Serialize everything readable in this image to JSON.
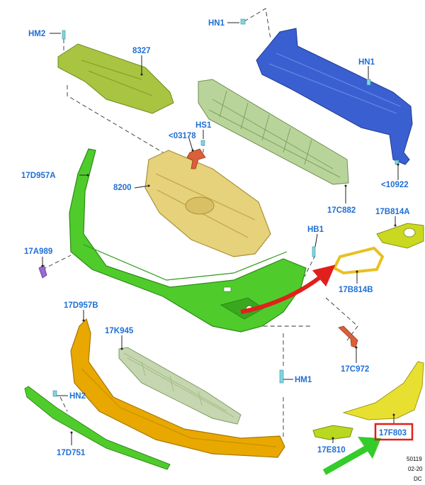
{
  "colors": {
    "label_text": "#1e6fd6",
    "highlight_box": "#e0201c",
    "red_arrow": "#e0201c",
    "green_arrow": "#33cc2a",
    "bumper_cover": "#4fcc2c",
    "lower_valance": "#e8a800",
    "grille": "#e6d27a",
    "reinforcement": "#3a5fd0",
    "absorber": "#b9d49a",
    "deflector": "#a8c440",
    "bezel": "#e8e030"
  },
  "parts": {
    "hm2": "HM2",
    "p8327": "8327",
    "hn1_top": "HN1",
    "hn1_right": "HN1",
    "hs1": "HS1",
    "p03178": "<03178",
    "p17d957a": "17D957A",
    "p8200": "8200",
    "p10922": "<10922",
    "p17c882": "17C882",
    "p17b814a": "17B814A",
    "hb1": "HB1",
    "p17a989": "17A989",
    "p17b814b": "17B814B",
    "p17d957b": "17D957B",
    "p17k945": "17K945",
    "p17c972": "17C972",
    "hm1": "HM1",
    "hn2": "HN2",
    "p17f803": "17F803",
    "p17d751": "17D751",
    "p17e810": "17E810"
  },
  "highlighted_part": "17F803",
  "footer": {
    "line1": "50119",
    "line2": "02-20",
    "line3": "DC"
  }
}
